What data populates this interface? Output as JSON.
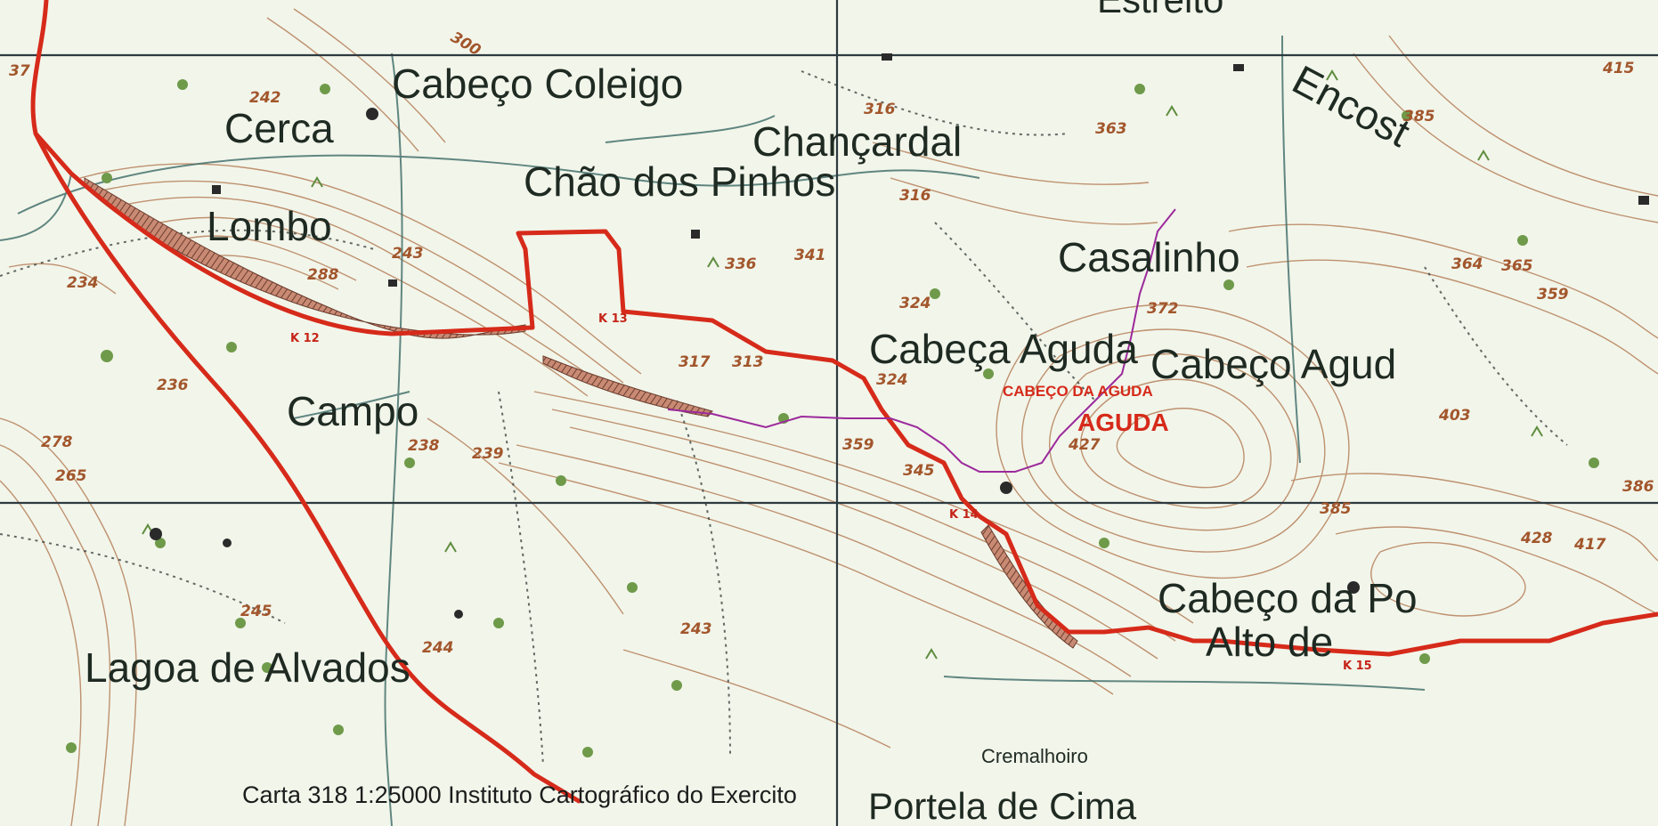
{
  "map": {
    "caption": "Carta 318 1:25000 Instituto Cartográfico do Exercito",
    "colors": {
      "paper": "#f2f5ea",
      "grid_line": "#2c3a40",
      "contour": "#b5805a",
      "stream": "#3b6a66",
      "route_red": "#d62a1a",
      "track_purple": "#9b2a9c",
      "vegetation": "#6e9a4a",
      "text": "#1e2a22"
    },
    "place_names": [
      "Cabeço Coleigo",
      "Cerca",
      "Chançardal",
      "Chão dos Pinhos",
      "Lombo",
      "Casalinho",
      "Cabeça Aguda",
      "Cabeço Agud",
      "Campo",
      "Encost",
      "Cabeço da Po",
      "Alto de",
      "Lagoa de Alvados",
      "Portela de Cima",
      "Cremalhoiro",
      "Estreito"
    ],
    "red_labels": [
      "CABEÇO DA AGUDA",
      "AGUDA"
    ],
    "spot_heights": [
      "37",
      "242",
      "300",
      "316",
      "363",
      "385",
      "415",
      "316",
      "243",
      "288",
      "336",
      "341",
      "324",
      "364",
      "365",
      "359",
      "372",
      "234",
      "317",
      "313",
      "324",
      "236",
      "403",
      "278",
      "238",
      "239",
      "359",
      "345",
      "427",
      "265",
      "385",
      "428",
      "417",
      "245",
      "244",
      "243",
      "386"
    ],
    "km_markers": [
      "K 12",
      "K 13",
      "K 14",
      "K 15"
    ]
  }
}
